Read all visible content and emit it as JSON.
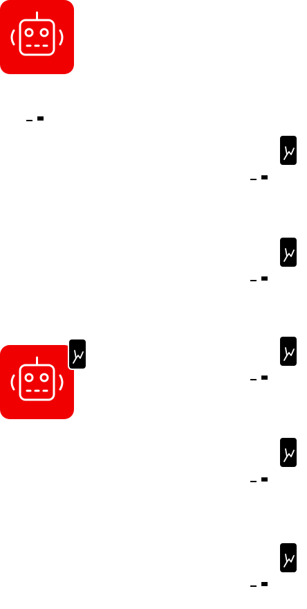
{
  "colors": {
    "brand_red": "#f00000",
    "icon_dark": "#000000",
    "background": "#ffffff"
  },
  "icons": {
    "bot_avatar": "robot-icon",
    "phone_badge": "tap-gesture-icon",
    "status_indicator": "dash-block-indicator"
  },
  "messages": [
    {
      "sender": "bot",
      "status": "dash-block-indicator"
    },
    {
      "sender": "user",
      "status": "dash-block-indicator"
    },
    {
      "sender": "user",
      "status": "dash-block-indicator"
    },
    {
      "sender": "bot",
      "status": "dash-block-indicator"
    },
    {
      "sender": "user",
      "status": "dash-block-indicator"
    },
    {
      "sender": "user",
      "status": "dash-block-indicator"
    }
  ]
}
